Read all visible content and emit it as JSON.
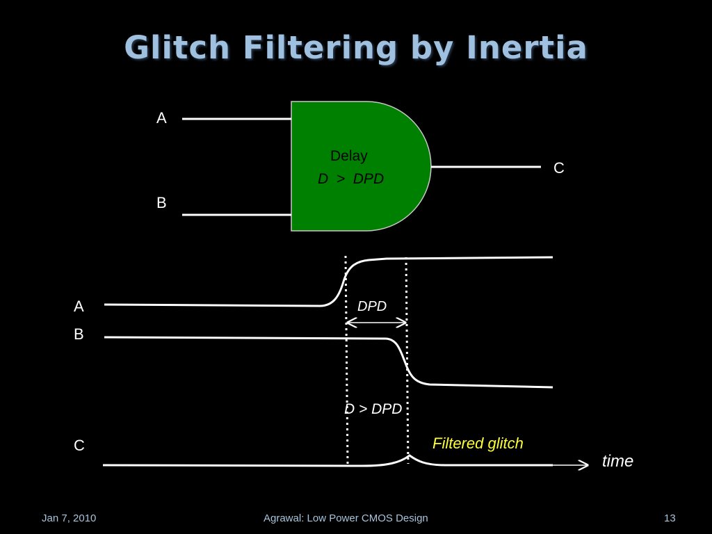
{
  "slide": {
    "title": "Glitch Filtering by Inertia",
    "gate": {
      "input_a": "A",
      "input_b": "B",
      "output": "C",
      "delay_label": "Delay",
      "delay_condition": "D  >  DPD",
      "fill_color": "#008000"
    },
    "timing": {
      "signal_a": "A",
      "signal_b": "B",
      "signal_c": "C",
      "dpd_label": "DPD",
      "condition_label": "D > DPD",
      "glitch_label": "Filtered glitch",
      "time_label": "time",
      "highlight_color": "#ffff33"
    },
    "footer": {
      "date": "Jan 7, 2010",
      "course": "Agrawal: Low Power CMOS Design",
      "page": "13"
    }
  }
}
